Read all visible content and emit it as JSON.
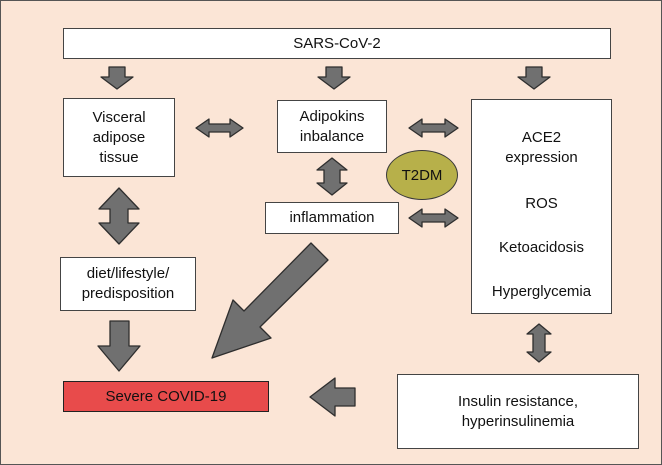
{
  "nodes": {
    "sars": "SARS-CoV-2",
    "visceral": [
      "Visceral",
      "adipose",
      "tissue"
    ],
    "adipokins": [
      "Adipokins",
      "inbalance"
    ],
    "ace2_panel": [
      "ACE2",
      "expression",
      "ROS",
      "Ketoacidosis",
      "Hyperglycemia"
    ],
    "t2dm": "T2DM",
    "inflammation": "inflammation",
    "diet": [
      "diet/lifestyle/",
      "predisposition"
    ],
    "insulin": [
      "Insulin resistance,",
      "hyperinsulinemia"
    ],
    "severe": "Severe COVID-19"
  },
  "colors": {
    "background": "#fbe5d6",
    "box": "#ffffff",
    "severe": "#e84b4b",
    "t2dm": "#b7b04a",
    "arrow_fill": "#707070",
    "arrow_stroke": "#2e2e2e"
  }
}
